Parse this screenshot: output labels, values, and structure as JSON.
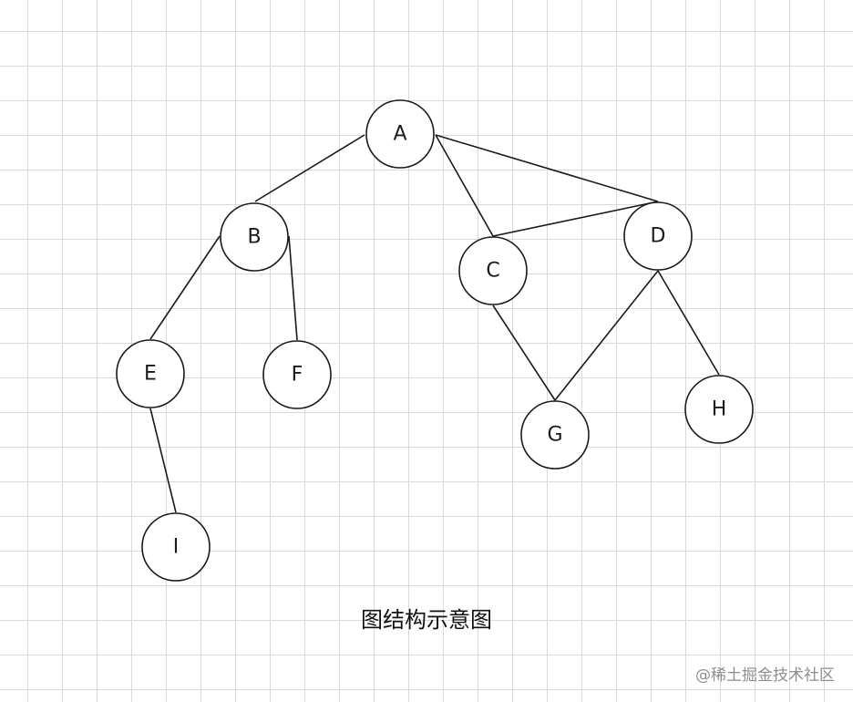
{
  "diagram": {
    "caption": "图结构示意图",
    "watermark": "@稀土掘金技术社区",
    "nodes": [
      {
        "id": "A",
        "label": "A"
      },
      {
        "id": "B",
        "label": "B"
      },
      {
        "id": "C",
        "label": "C"
      },
      {
        "id": "D",
        "label": "D"
      },
      {
        "id": "E",
        "label": "E"
      },
      {
        "id": "F",
        "label": "F"
      },
      {
        "id": "G",
        "label": "G"
      },
      {
        "id": "H",
        "label": "H"
      },
      {
        "id": "I",
        "label": "I"
      }
    ],
    "edges": [
      {
        "from": "A",
        "to": "B"
      },
      {
        "from": "A",
        "to": "C"
      },
      {
        "from": "A",
        "to": "D"
      },
      {
        "from": "C",
        "to": "D"
      },
      {
        "from": "B",
        "to": "E"
      },
      {
        "from": "B",
        "to": "F"
      },
      {
        "from": "E",
        "to": "I"
      },
      {
        "from": "C",
        "to": "G"
      },
      {
        "from": "D",
        "to": "G"
      },
      {
        "from": "D",
        "to": "H"
      }
    ]
  }
}
